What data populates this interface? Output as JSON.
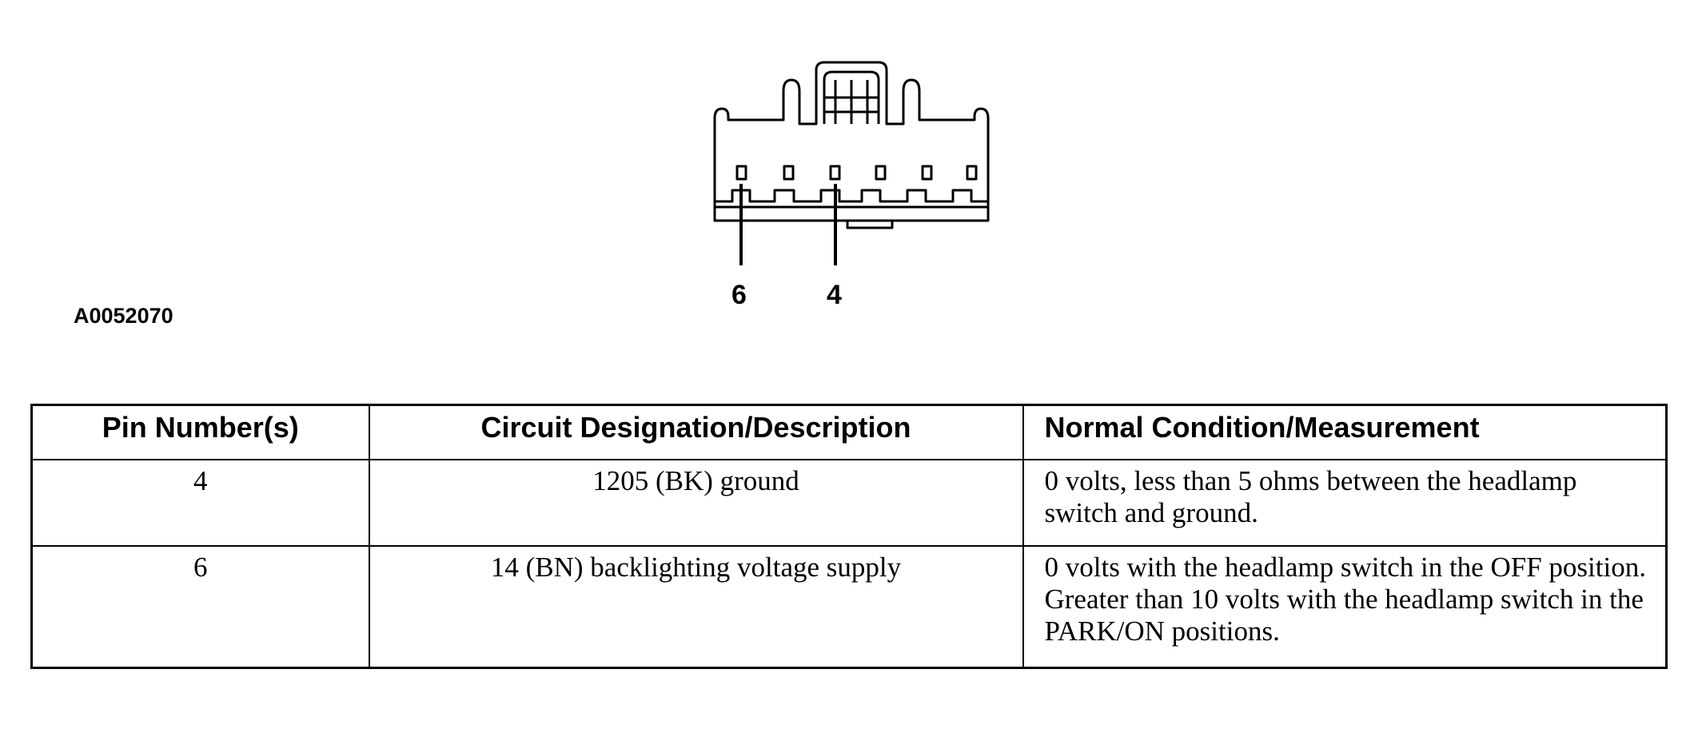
{
  "figure": {
    "id": "A0052070",
    "pin_callouts": [
      "6",
      "4"
    ]
  },
  "table": {
    "headers": [
      "Pin Number(s)",
      "Circuit Designation/Description",
      "Normal Condition/Measurement"
    ],
    "rows": [
      {
        "pin": "4",
        "circuit": "1205 (BK) ground",
        "condition": "0 volts, less than 5 ohms between the headlamp switch and ground."
      },
      {
        "pin": "6",
        "circuit": "14 (BN) backlighting voltage supply",
        "condition": "0 volts with the headlamp switch in the OFF position. Greater than 10 volts with the headlamp switch in the PARK/ON positions."
      }
    ]
  }
}
